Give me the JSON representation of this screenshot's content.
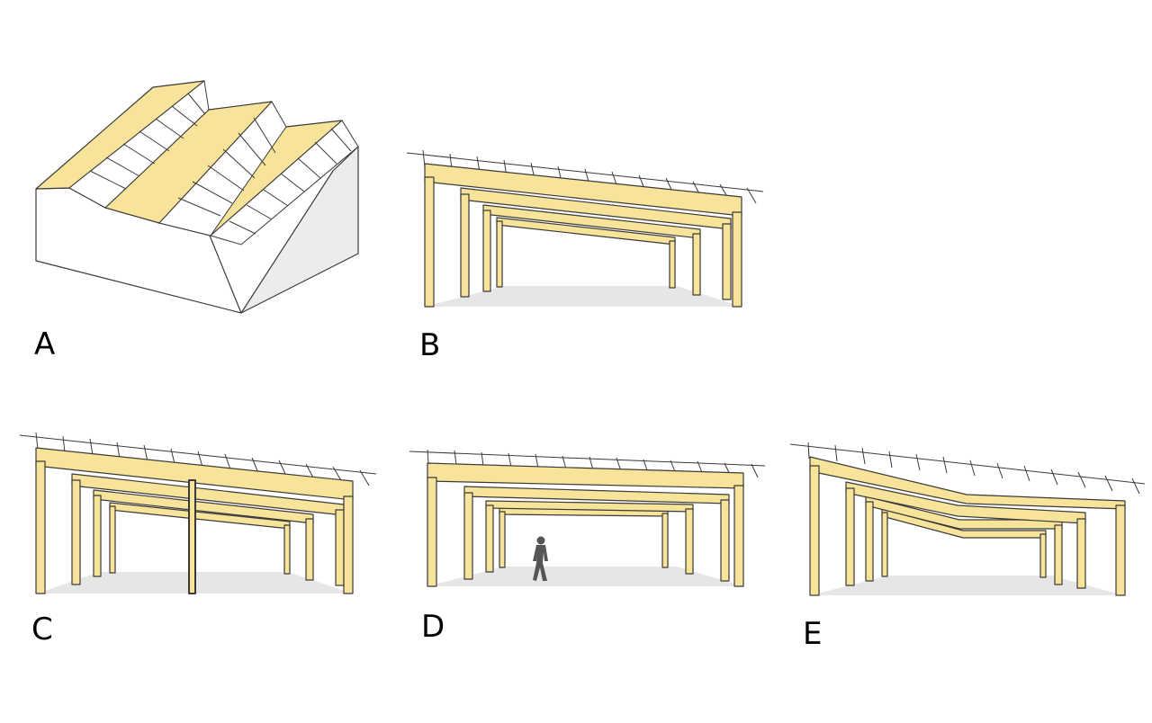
{
  "panels": [
    {
      "label": "A",
      "description_visible": false
    },
    {
      "label": "B",
      "description_visible": false
    },
    {
      "label": "C",
      "description_visible": false
    },
    {
      "label": "D",
      "description_visible": false
    },
    {
      "label": "E",
      "description_visible": false
    }
  ],
  "colors": {
    "timber": "#f8e39a",
    "timber_stroke": "#3a3a3a",
    "wall": "#ffffff",
    "wall_shade": "#ededed",
    "floor": "#e6e6e6",
    "person": "#555555"
  }
}
